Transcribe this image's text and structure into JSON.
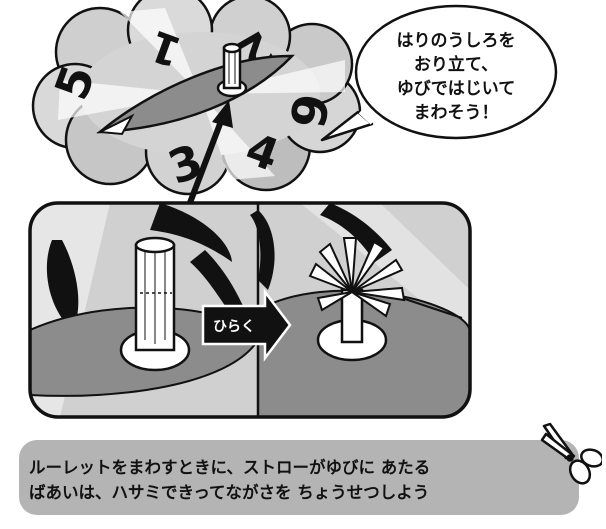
{
  "speech_bubble": {
    "lines": [
      "はりのうしろを",
      "おり立て、",
      "ゆびではじいて",
      "まわそう！"
    ]
  },
  "roulette": {
    "numbers": [
      "5",
      "1",
      "2",
      "6",
      "4",
      "3"
    ]
  },
  "open_arrow": {
    "label": "ひらく"
  },
  "note": {
    "line1": "ルーレットをまわすときに、ストローがゆびに あたる",
    "line2": "ばあいは、ハサミできってながさを ちょうせつしよう"
  },
  "colors": {
    "outline": "#111111",
    "petal_light": "#d9d9d9",
    "petal_mid": "#bdbdbd",
    "needle": "#8c8c8c",
    "note_bg": "#b4b4b4"
  },
  "icons": [
    "straw-post-icon",
    "opened-straw-icon",
    "scissors-icon",
    "pointer-arrow-icon"
  ]
}
